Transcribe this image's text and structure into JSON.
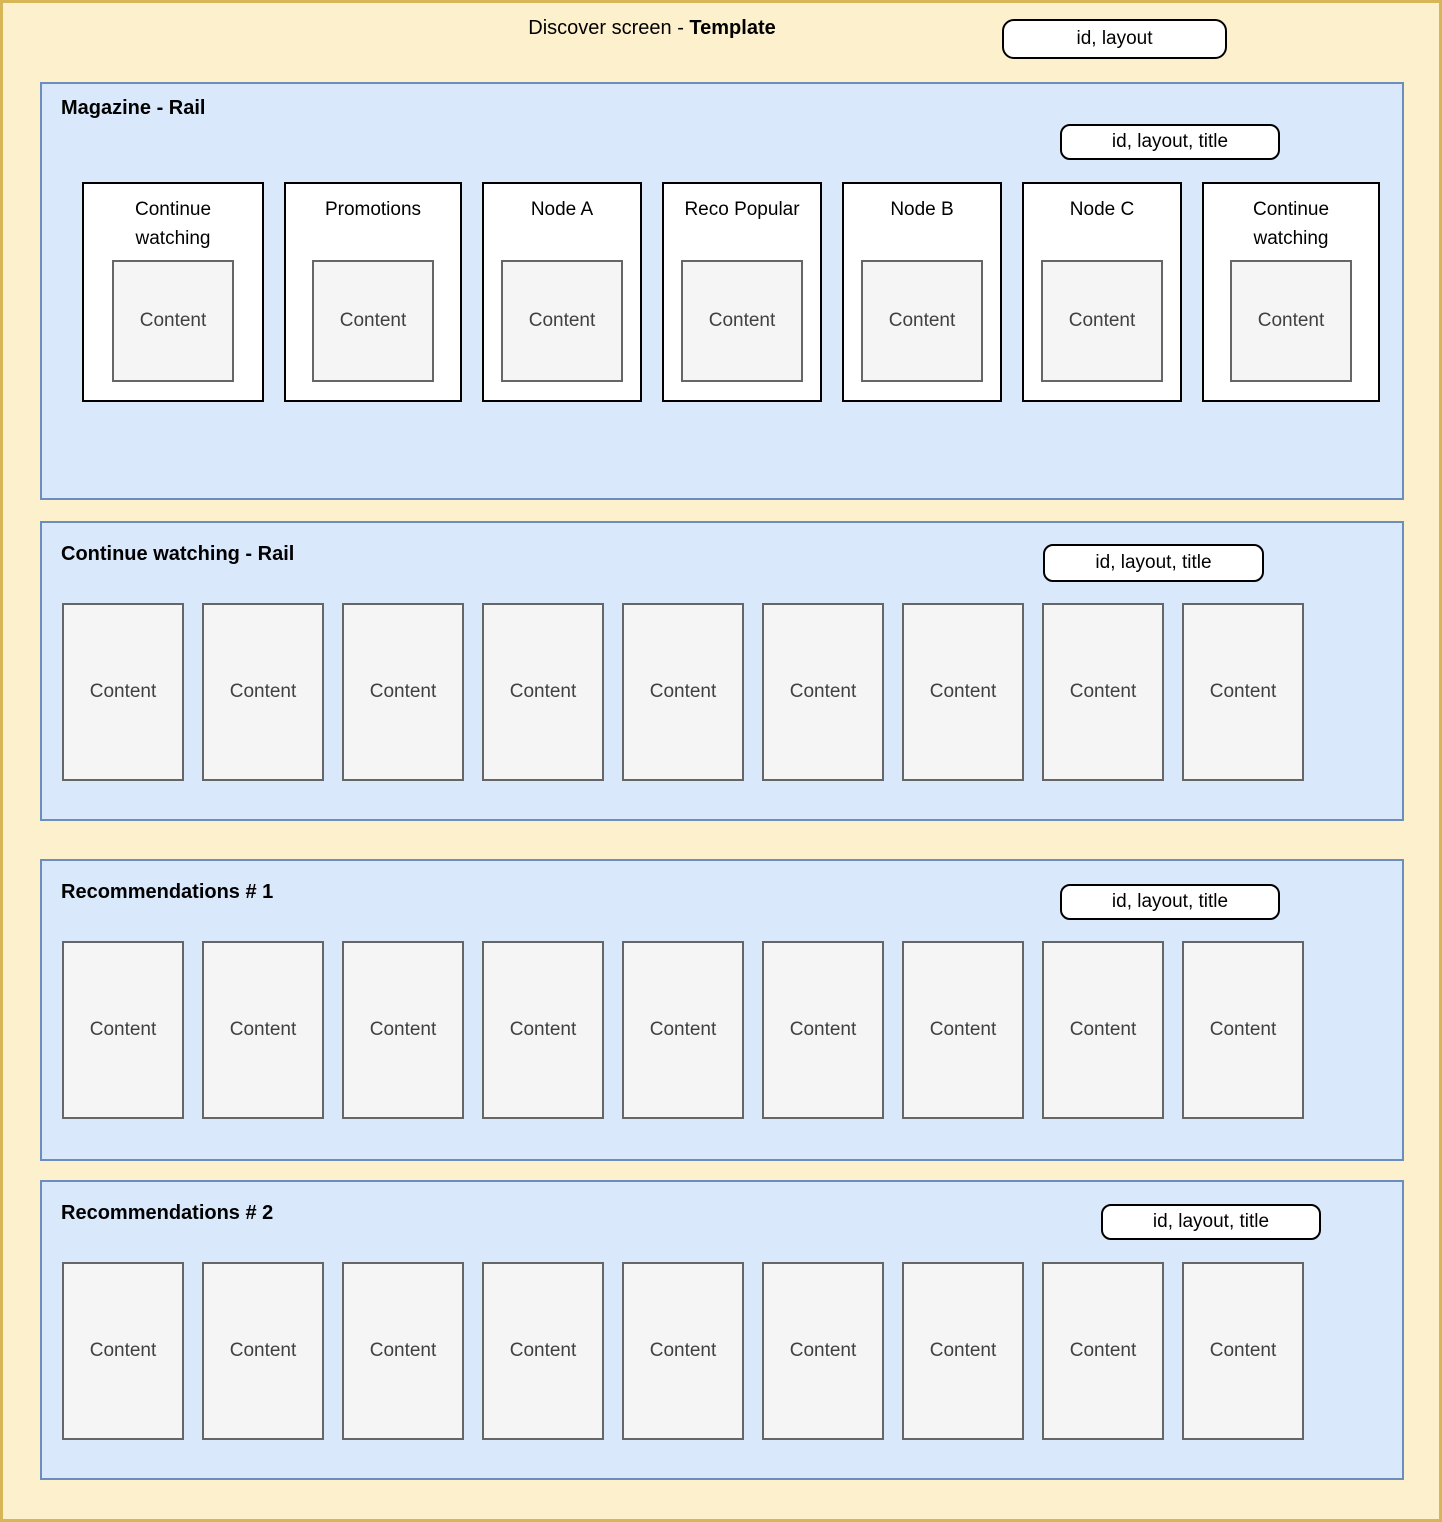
{
  "page": {
    "title_prefix": "Discover screen - ",
    "title_emphasis": "Template",
    "badge": "id, layout"
  },
  "sections": [
    {
      "id": "magazine-rail",
      "title": "Magazine - Rail",
      "badge": "id, layout, title",
      "cards": [
        {
          "title": "Continue watching",
          "content": "Content"
        },
        {
          "title": "Promotions",
          "content": "Content"
        },
        {
          "title": "Node A",
          "content": "Content"
        },
        {
          "title": "Reco Popular",
          "content": "Content"
        },
        {
          "title": "Node B",
          "content": "Content"
        },
        {
          "title": "Node C",
          "content": "Content"
        },
        {
          "title": "Continue watching",
          "content": "Content"
        }
      ]
    },
    {
      "id": "continue-watching-rail",
      "title": "Continue watching - Rail",
      "badge": "id, layout, title",
      "items": [
        "Content",
        "Content",
        "Content",
        "Content",
        "Content",
        "Content",
        "Content",
        "Content",
        "Content"
      ]
    },
    {
      "id": "recommendations-1",
      "title": "Recommendations # 1",
      "badge": "id, layout, title",
      "items": [
        "Content",
        "Content",
        "Content",
        "Content",
        "Content",
        "Content",
        "Content",
        "Content",
        "Content"
      ]
    },
    {
      "id": "recommendations-2",
      "title": "Recommendations # 2",
      "badge": "id, layout, title",
      "items": [
        "Content",
        "Content",
        "Content",
        "Content",
        "Content",
        "Content",
        "Content",
        "Content",
        "Content"
      ]
    }
  ],
  "colors": {
    "canvas_background": "#fcf0cd",
    "canvas_border": "#d6b656",
    "section_background": "#dae8fc",
    "section_border": "#6c8ebf",
    "card_background": "#ffffff",
    "card_border": "#000000",
    "content_background": "#f5f5f5",
    "content_border": "#666666"
  }
}
